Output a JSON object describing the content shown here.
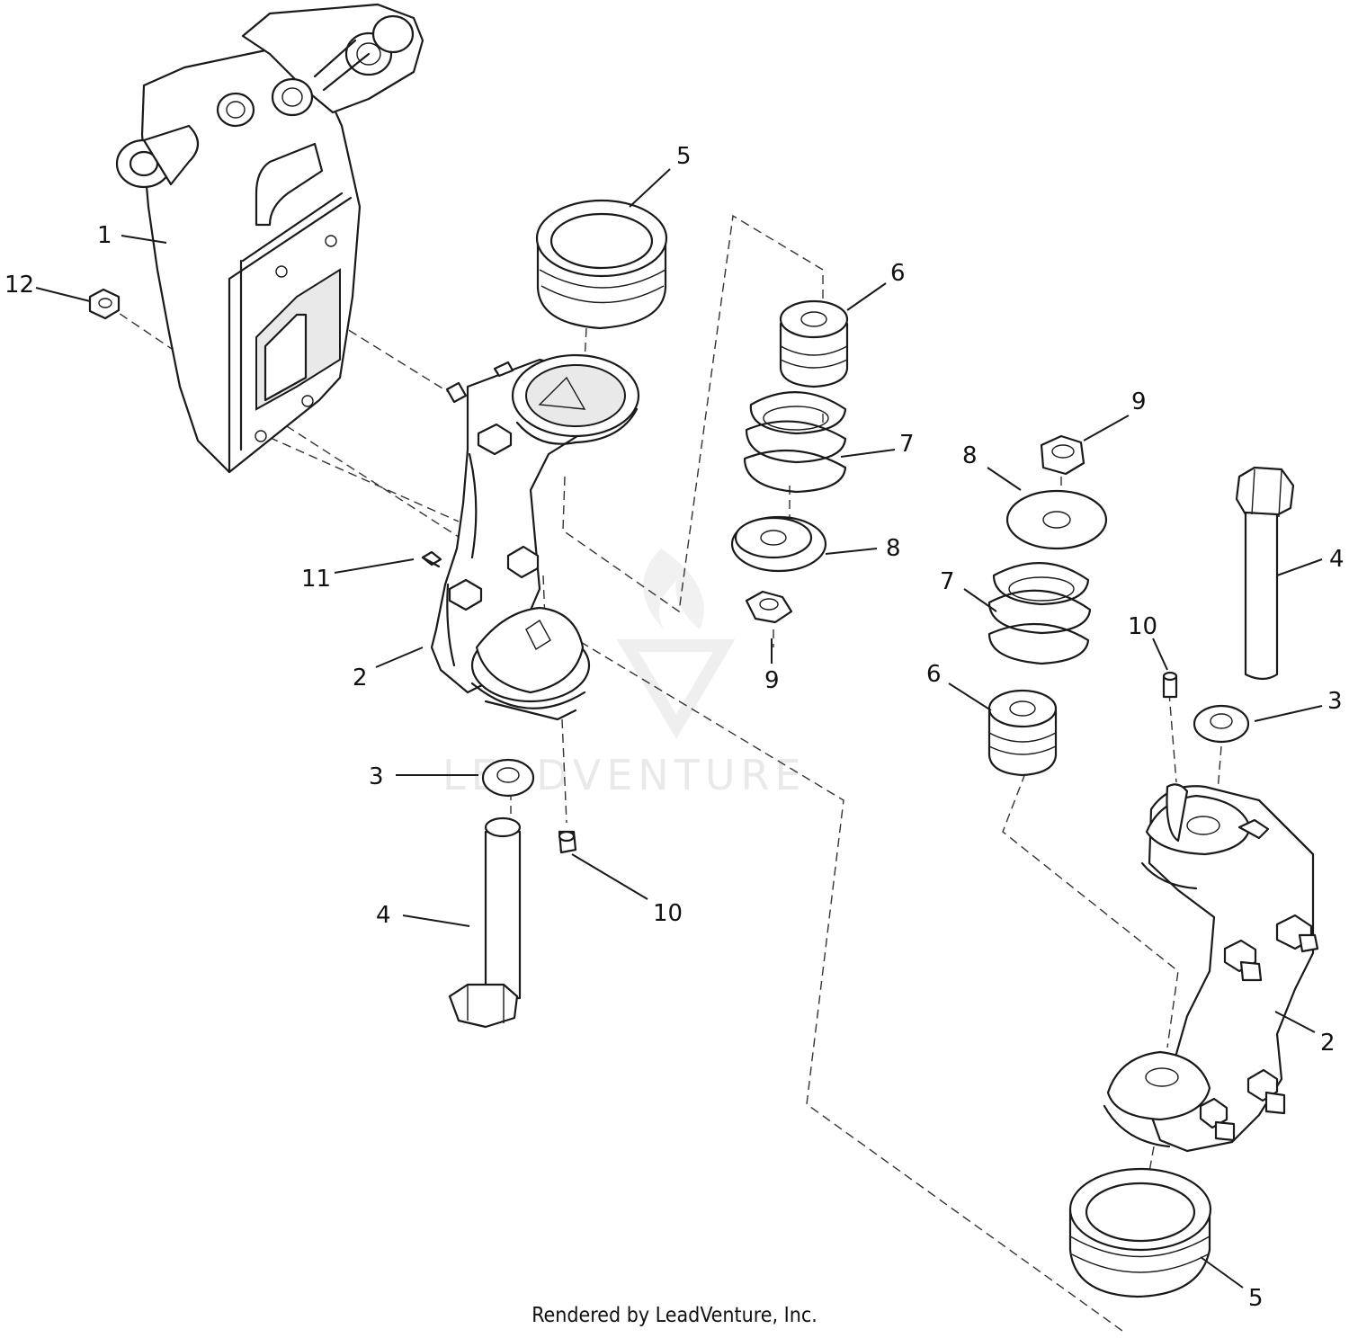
{
  "watermark": {
    "text": "LEADVENTURE"
  },
  "footer": {
    "text": "Rendered by LeadVenture, Inc."
  },
  "callouts": [
    "1",
    "12",
    "5",
    "6",
    "7",
    "8",
    "9",
    "11",
    "2",
    "3",
    "4",
    "10",
    "9",
    "8",
    "7",
    "10",
    "6",
    "4",
    "3",
    "2",
    "5"
  ]
}
